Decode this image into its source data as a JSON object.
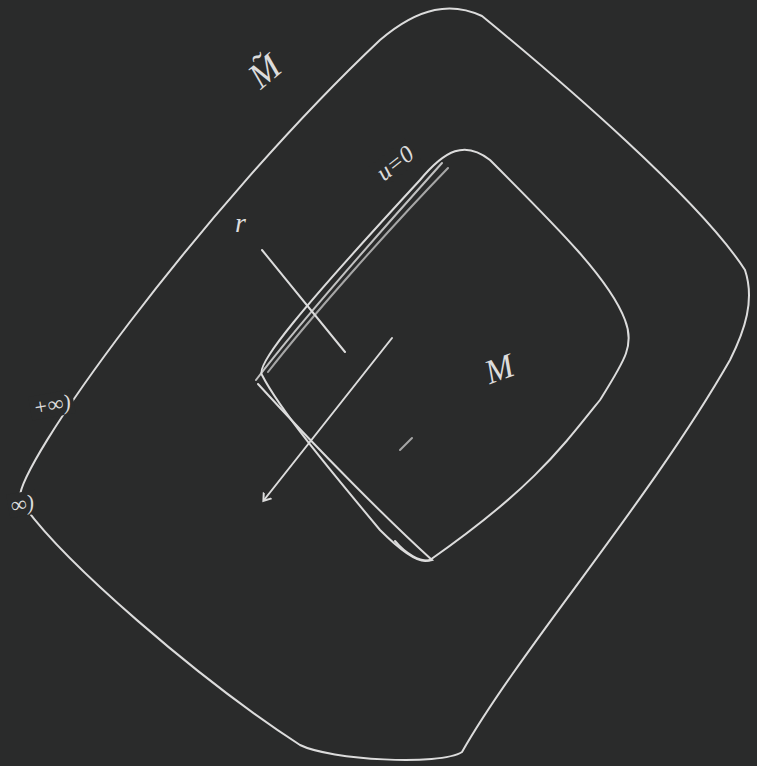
{
  "diagram": {
    "nodes": [
      {
        "text": [
          "M̃"
        ]
      },
      {
        "text": [
          "M"
        ],
        "in": 0
      }
    ],
    "labels": [
      "u=0",
      "r",
      "+∞)",
      "∞)"
    ]
  }
}
